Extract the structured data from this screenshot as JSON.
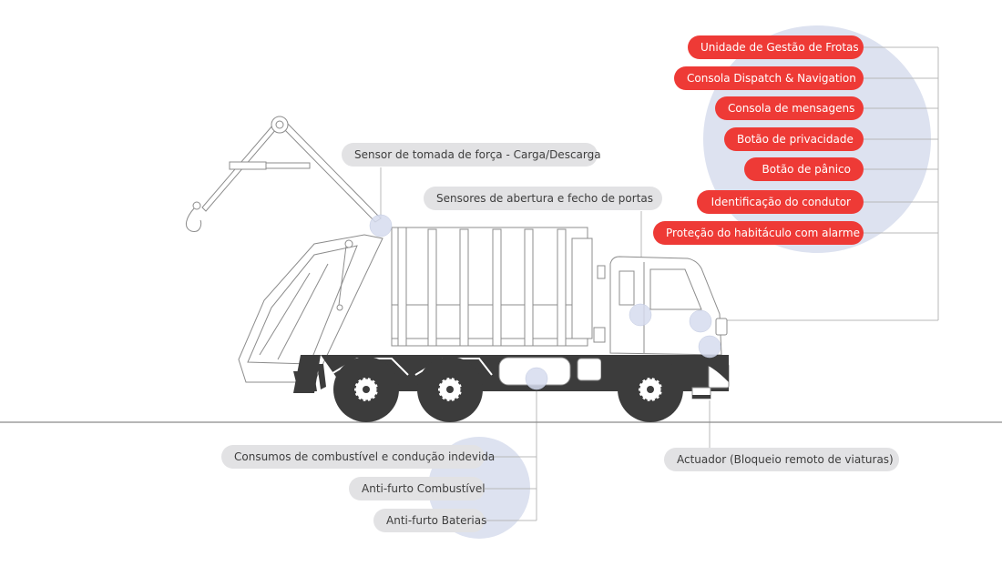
{
  "diagram": {
    "subject": "garbage-compactor-truck",
    "colors": {
      "highlight": "#ee3a36",
      "label_bg": "#e2e2e4",
      "sensor_dot": "#d6dcee",
      "blob": "#dde2f0",
      "truck_dark": "#3c3c3c",
      "connector": "#b8b8b8"
    },
    "cab_labels": [
      {
        "text": "Unidade de Gestão de Frotas",
        "style": "red"
      },
      {
        "text": "Consola Dispatch & Navigation",
        "style": "red"
      },
      {
        "text": "Consola de mensagens",
        "style": "red"
      },
      {
        "text": "Botão de privacidade",
        "style": "red"
      },
      {
        "text": "Botão de pânico",
        "style": "red"
      },
      {
        "text": "Identificação do condutor",
        "style": "red"
      },
      {
        "text": "Proteção do habitáculo com alarme",
        "style": "red"
      }
    ],
    "body_labels": [
      {
        "text": "Sensor de tomada de força - Carga/Descarga",
        "style": "gray"
      },
      {
        "text": "Sensores de abertura e fecho de portas",
        "style": "gray"
      }
    ],
    "fuel_labels": [
      {
        "text": "Consumos de combustível e condução indevida",
        "style": "gray"
      },
      {
        "text": "Anti-furto Combustível",
        "style": "gray"
      },
      {
        "text": "Anti-furto Baterias",
        "style": "gray"
      }
    ],
    "actuator_label": {
      "text": "Actuador (Bloqueio remoto de viaturas)",
      "style": "gray"
    }
  }
}
